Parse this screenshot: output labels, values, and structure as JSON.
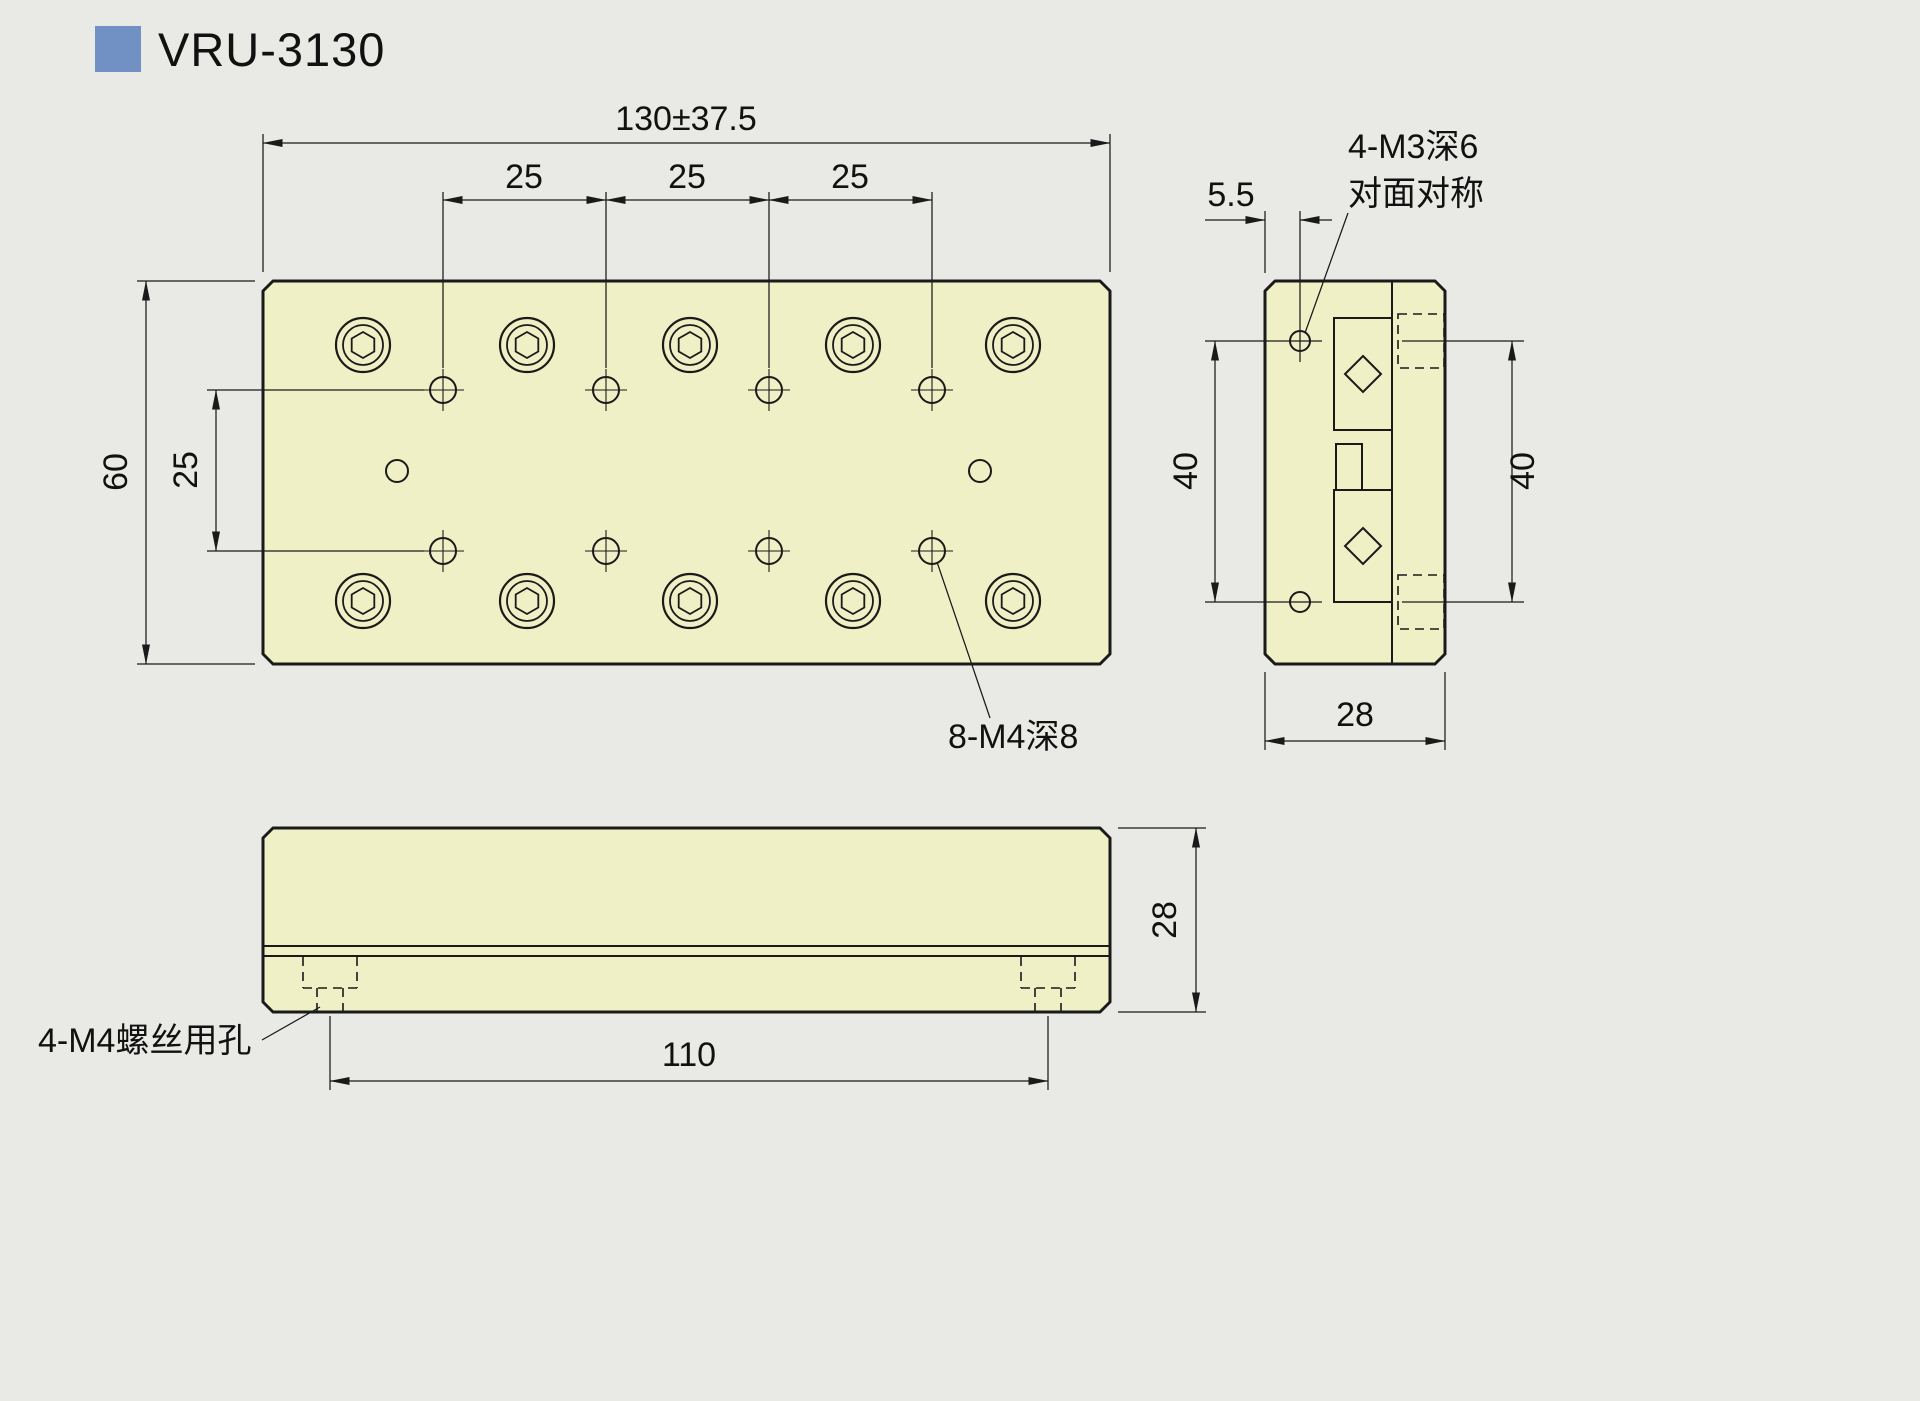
{
  "title": "VRU-3130",
  "colors": {
    "background": "#e9e9e5",
    "part_fill": "#eff0c5",
    "accent": "#7191c4",
    "line": "#1a1a1a"
  },
  "top_view": {
    "dim_overall_width": "130±37.5",
    "dim_hole_pitch_1": "25",
    "dim_hole_pitch_2": "25",
    "dim_hole_pitch_3": "25",
    "dim_overall_height": "60",
    "dim_row_pitch": "25",
    "label_tapped_holes": "8-M4深8"
  },
  "side_view": {
    "dim_hole_offset": "5.5",
    "label_side_holes_line1": "4-M3深6",
    "label_side_holes_line2": "对面对称",
    "dim_hole_span_left": "40",
    "dim_hole_span_right": "40",
    "dim_width": "28"
  },
  "front_view": {
    "label_screw_holes": "4-M4螺丝用孔",
    "dim_screw_pitch": "110",
    "dim_height": "28"
  }
}
